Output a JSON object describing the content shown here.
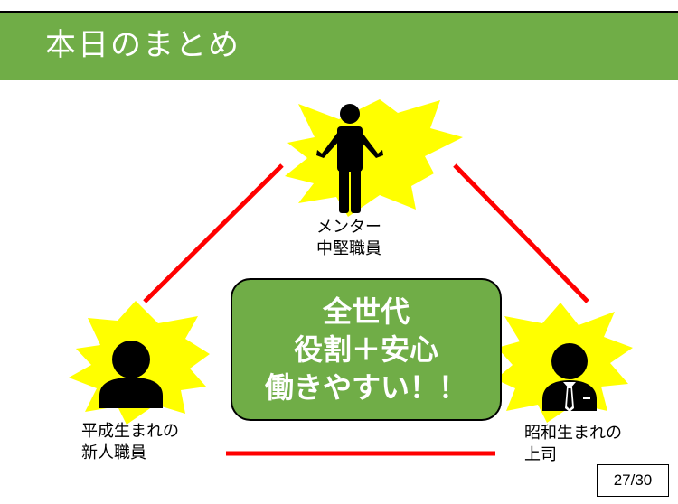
{
  "title": "本日のまとめ",
  "nodes": {
    "top": {
      "line1": "メンター",
      "line2": "中堅職員",
      "icon": "person-shrug-icon"
    },
    "left": {
      "line1": "平成生まれの",
      "line2": "新人職員",
      "icon": "person-bust-icon"
    },
    "right": {
      "line1": "昭和生まれの",
      "line2": "上司",
      "icon": "businessman-icon"
    }
  },
  "center": {
    "line1": "全世代",
    "line2": "役割＋安心",
    "line3": "働きやすい！！"
  },
  "page": "27/30",
  "colors": {
    "header": "#70ad47",
    "center_box": "#70ad47",
    "burst": "#ffff00",
    "connector": "#ff0000"
  }
}
